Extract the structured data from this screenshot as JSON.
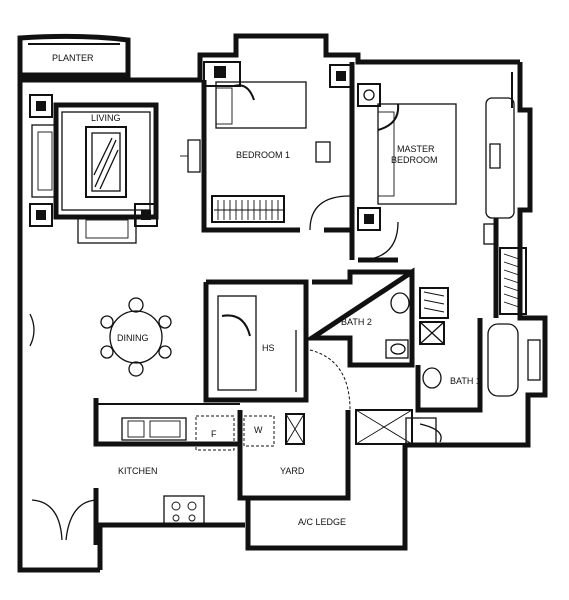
{
  "rooms": {
    "planter": "PLANTER",
    "living": "LIVING",
    "bedroom1": "BEDROOM 1",
    "master_line1": "MASTER",
    "master_line2": "BEDROOM",
    "dining": "DINING",
    "bath2": "BATH 2",
    "hs": "HS",
    "bath1": "BATH 1",
    "kitchen": "KITCHEN",
    "yard": "YARD",
    "ac_ledge": "A/C LEDGE"
  },
  "fixtures": {
    "fridge": "F",
    "washer": "W"
  },
  "colors": {
    "line": "#111111",
    "background": "#ffffff"
  }
}
